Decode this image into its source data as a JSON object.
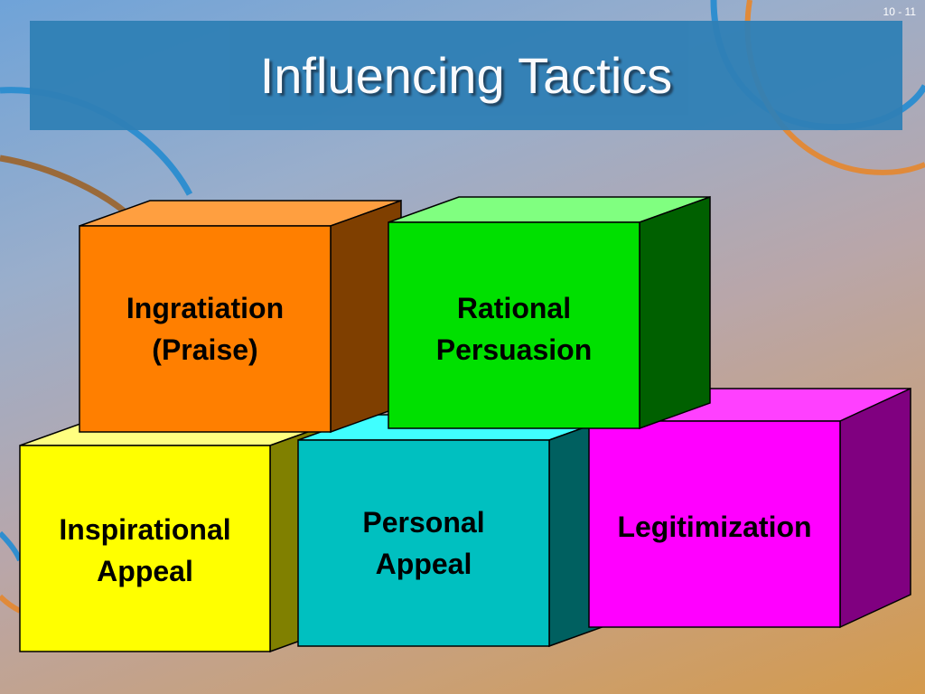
{
  "title": "Influencing Tactics",
  "slide_number": "10 - 11",
  "blocks": [
    {
      "id": "ingratiation",
      "lines": [
        "Ingratiation",
        "(Praise)"
      ],
      "front": "#ff7f00",
      "top": "#ff9f40",
      "side": "#7f3f00"
    },
    {
      "id": "rational-persuasion",
      "lines": [
        "Rational",
        "Persuasion"
      ],
      "front": "#00e000",
      "top": "#80ff80",
      "side": "#006000"
    },
    {
      "id": "inspirational-appeal",
      "lines": [
        "Inspirational",
        "Appeal"
      ],
      "front": "#ffff00",
      "top": "#ffff80",
      "side": "#808000"
    },
    {
      "id": "personal-appeal",
      "lines": [
        "Personal",
        "Appeal"
      ],
      "front": "#00c0c0",
      "top": "#40ffff",
      "side": "#006060"
    },
    {
      "id": "legitimization",
      "lines": [
        "Legitimization"
      ],
      "front": "#ff00ff",
      "top": "#ff40ff",
      "side": "#800080"
    }
  ]
}
